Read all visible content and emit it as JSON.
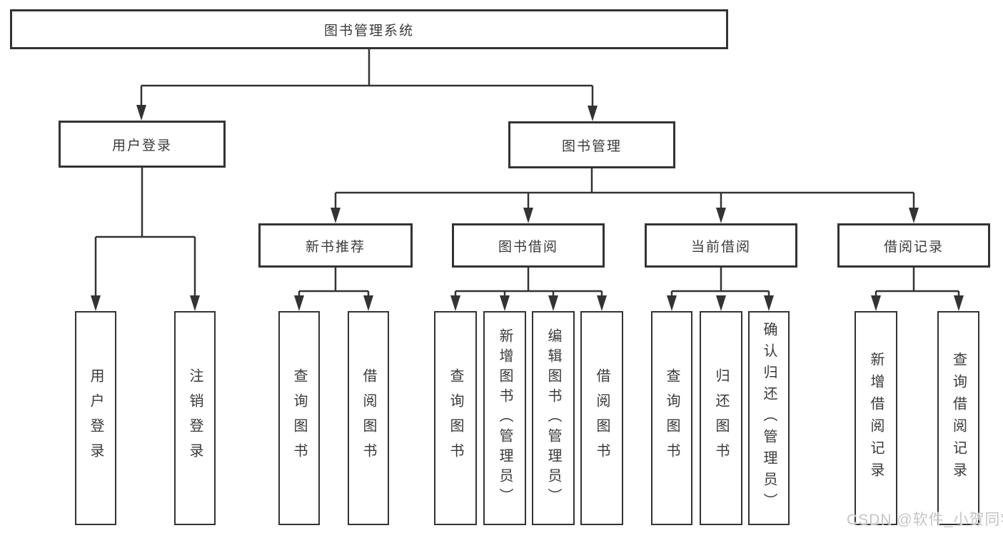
{
  "tree": {
    "root": {
      "label": "图书管理系统"
    },
    "login": {
      "label": "用户登录",
      "children": [
        {
          "label": "用户登录"
        },
        {
          "label": "注销登录"
        }
      ]
    },
    "management": {
      "label": "图书管理",
      "sections": [
        {
          "label": "新书推荐",
          "children": [
            {
              "label": "查询图书"
            },
            {
              "label": "借阅图书"
            }
          ]
        },
        {
          "label": "图书借阅",
          "children": [
            {
              "label": "查询图书"
            },
            {
              "label": "新增图书（管理员）"
            },
            {
              "label": "编辑图书（管理员）"
            },
            {
              "label": "借阅图书"
            }
          ]
        },
        {
          "label": "当前借阅",
          "children": [
            {
              "label": "查询图书"
            },
            {
              "label": "归还图书"
            },
            {
              "label": "确认归还（管理员）"
            }
          ]
        },
        {
          "label": "借阅记录",
          "children": [
            {
              "label": "新增借阅记录"
            },
            {
              "label": "查询借阅记录"
            }
          ]
        }
      ]
    }
  },
  "watermark": {
    "text": "CSDN @软件_小贺同学"
  },
  "colors": {
    "line": "#333333",
    "text": "#3a3a3a",
    "watermark": "#c5c5c5",
    "background": "#ffffff"
  }
}
